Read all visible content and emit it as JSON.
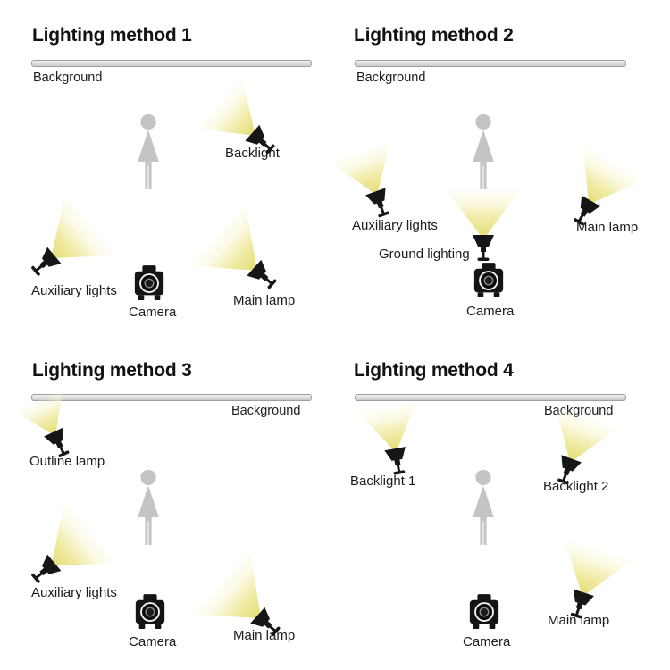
{
  "colors": {
    "beam_yellow": "#e6df72",
    "fixture_black": "#161616",
    "person_gray": "#c4c4c4",
    "background_bar": "#dedede",
    "text": "#1c1c1c"
  },
  "quadrants": [
    {
      "title": "Lighting method 1",
      "background_label": "Background",
      "camera_label": "Camera",
      "lamps": [
        {
          "id": "backlight",
          "label": "Backlight"
        },
        {
          "id": "auxiliary",
          "label": "Auxiliary lights"
        },
        {
          "id": "main",
          "label": "Main lamp"
        }
      ]
    },
    {
      "title": "Lighting method 2",
      "background_label": "Background",
      "camera_label": "Camera",
      "lamps": [
        {
          "id": "auxiliary",
          "label": "Auxiliary lights"
        },
        {
          "id": "ground",
          "label": "Ground lighting"
        },
        {
          "id": "main",
          "label": "Main lamp"
        }
      ]
    },
    {
      "title": "Lighting method 3",
      "background_label": "Background",
      "camera_label": "Camera",
      "lamps": [
        {
          "id": "outline",
          "label": "Outline lamp"
        },
        {
          "id": "auxiliary",
          "label": "Auxiliary lights"
        },
        {
          "id": "main",
          "label": "Main lamp"
        }
      ]
    },
    {
      "title": "Lighting method 4",
      "background_label": "Background",
      "camera_label": "Camera",
      "lamps": [
        {
          "id": "backlight1",
          "label": "Backlight 1"
        },
        {
          "id": "backlight2",
          "label": "Backlight 2"
        },
        {
          "id": "main",
          "label": "Main lamp"
        }
      ]
    }
  ]
}
